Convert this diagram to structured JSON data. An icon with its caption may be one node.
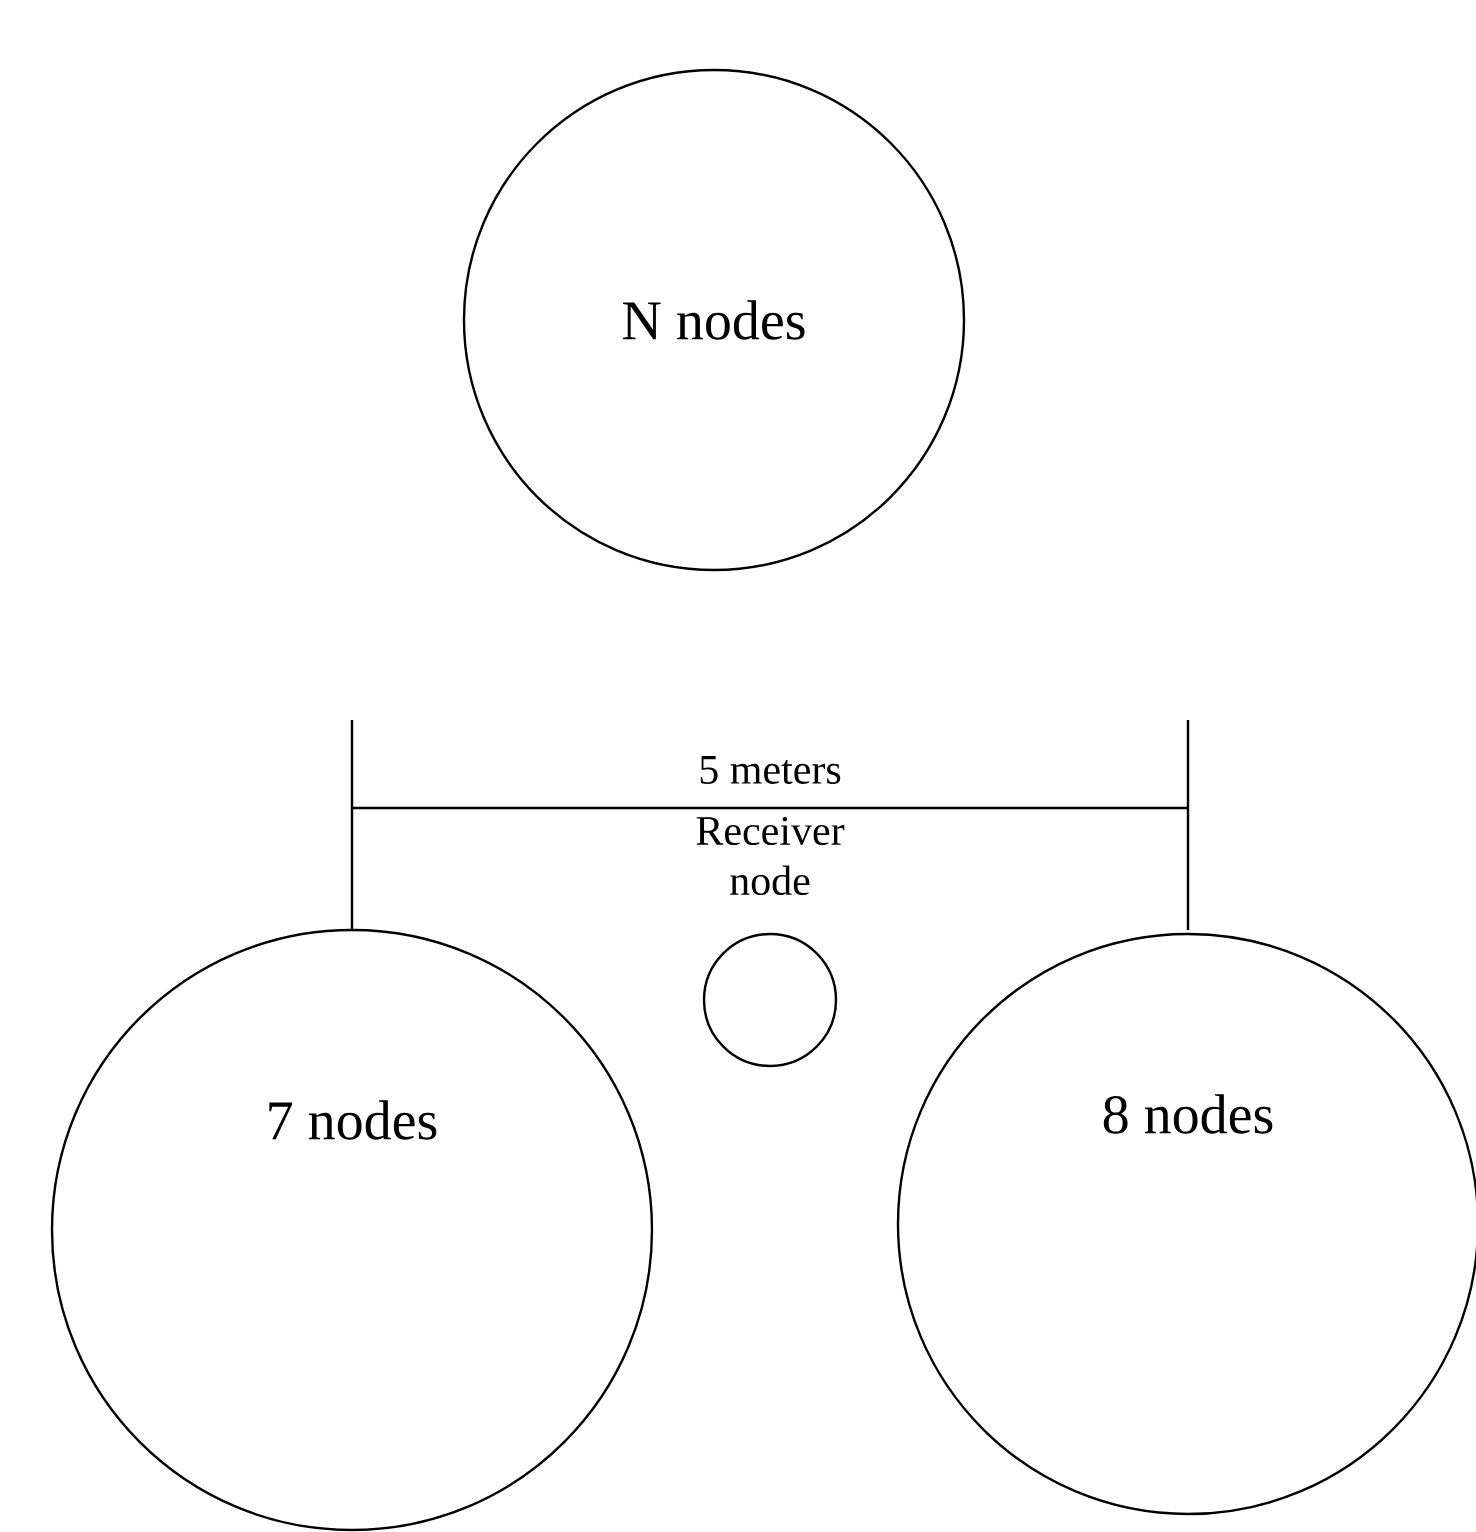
{
  "diagram": {
    "nodes": [
      {
        "text": [
          "N nodes"
        ]
      },
      {
        "text": [
          "7 nodes"
        ]
      },
      {
        "text": [
          "Receiver node"
        ]
      },
      {
        "text": [
          "8 nodes"
        ]
      }
    ],
    "labels": [
      "5 meters"
    ]
  }
}
